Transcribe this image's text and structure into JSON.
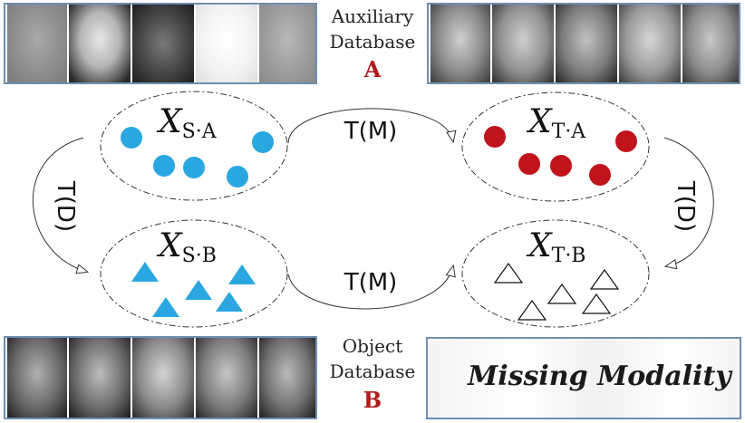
{
  "databases": {
    "auxiliary": {
      "line1": "Auxiliary",
      "line2": "Database",
      "letter": "A"
    },
    "object": {
      "line1": "Object",
      "line2": "Database",
      "letter": "B"
    }
  },
  "clusters": {
    "source_a": {
      "base": "X",
      "sub": "S·A"
    },
    "target_a": {
      "base": "X",
      "sub": "T·A"
    },
    "source_b": {
      "base": "X",
      "sub": "S·B"
    },
    "target_b": {
      "base": "X",
      "sub": "T·B"
    }
  },
  "transforms": {
    "top": "T(M)",
    "bottom": "T(M)",
    "left": "T(D)",
    "right": "T(D)"
  },
  "missing_panel": {
    "text": "Missing Modality"
  },
  "colors": {
    "source_marker": "#2aa7e0",
    "target_a_marker": "#c0141c",
    "target_b_marker": "#ffffff",
    "letter": "#b01c1c",
    "panel_border": "#6f8fb0"
  }
}
